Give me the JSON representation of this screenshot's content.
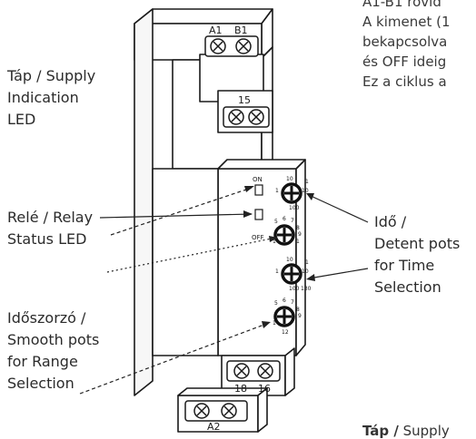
{
  "labels": {
    "supply_led": [
      "Táp / Supply",
      "Indication",
      "LED"
    ],
    "relay_led": [
      "Relé / Relay",
      "Status LED"
    ],
    "time_pots": [
      "Idő /",
      "Detent pots",
      "for Time",
      "Selection"
    ],
    "range_pots": [
      "Időszorzó /",
      "Smooth pots",
      "for Range",
      "Selection"
    ]
  },
  "device": {
    "top_terminals": [
      "A1",
      "B1"
    ],
    "upper_terminal": "15",
    "bottom_terminals": [
      "18",
      "16"
    ],
    "bottom_label": "A2",
    "led_on_label": "ON",
    "led_off_label": "OFF",
    "dial_scales": {
      "dial1": [
        "10",
        "1",
        "100",
        "10",
        "1"
      ],
      "dial2": [
        "5",
        "6",
        "7",
        "8",
        "9",
        "1",
        "1"
      ],
      "dial3": [
        "10",
        "1",
        "100",
        "10",
        "1",
        "130"
      ],
      "dial4": [
        "5",
        "6",
        "7",
        "8",
        "9",
        "1",
        "12"
      ]
    }
  },
  "right_text": [
    "A1-B1 rövid",
    "A kimenet (1",
    "bekapcsolva",
    "és OFF ideig",
    "Ez a ciklus a"
  ],
  "bottom_caption": {
    "bold": "Táp /",
    "rest": " Supply"
  }
}
